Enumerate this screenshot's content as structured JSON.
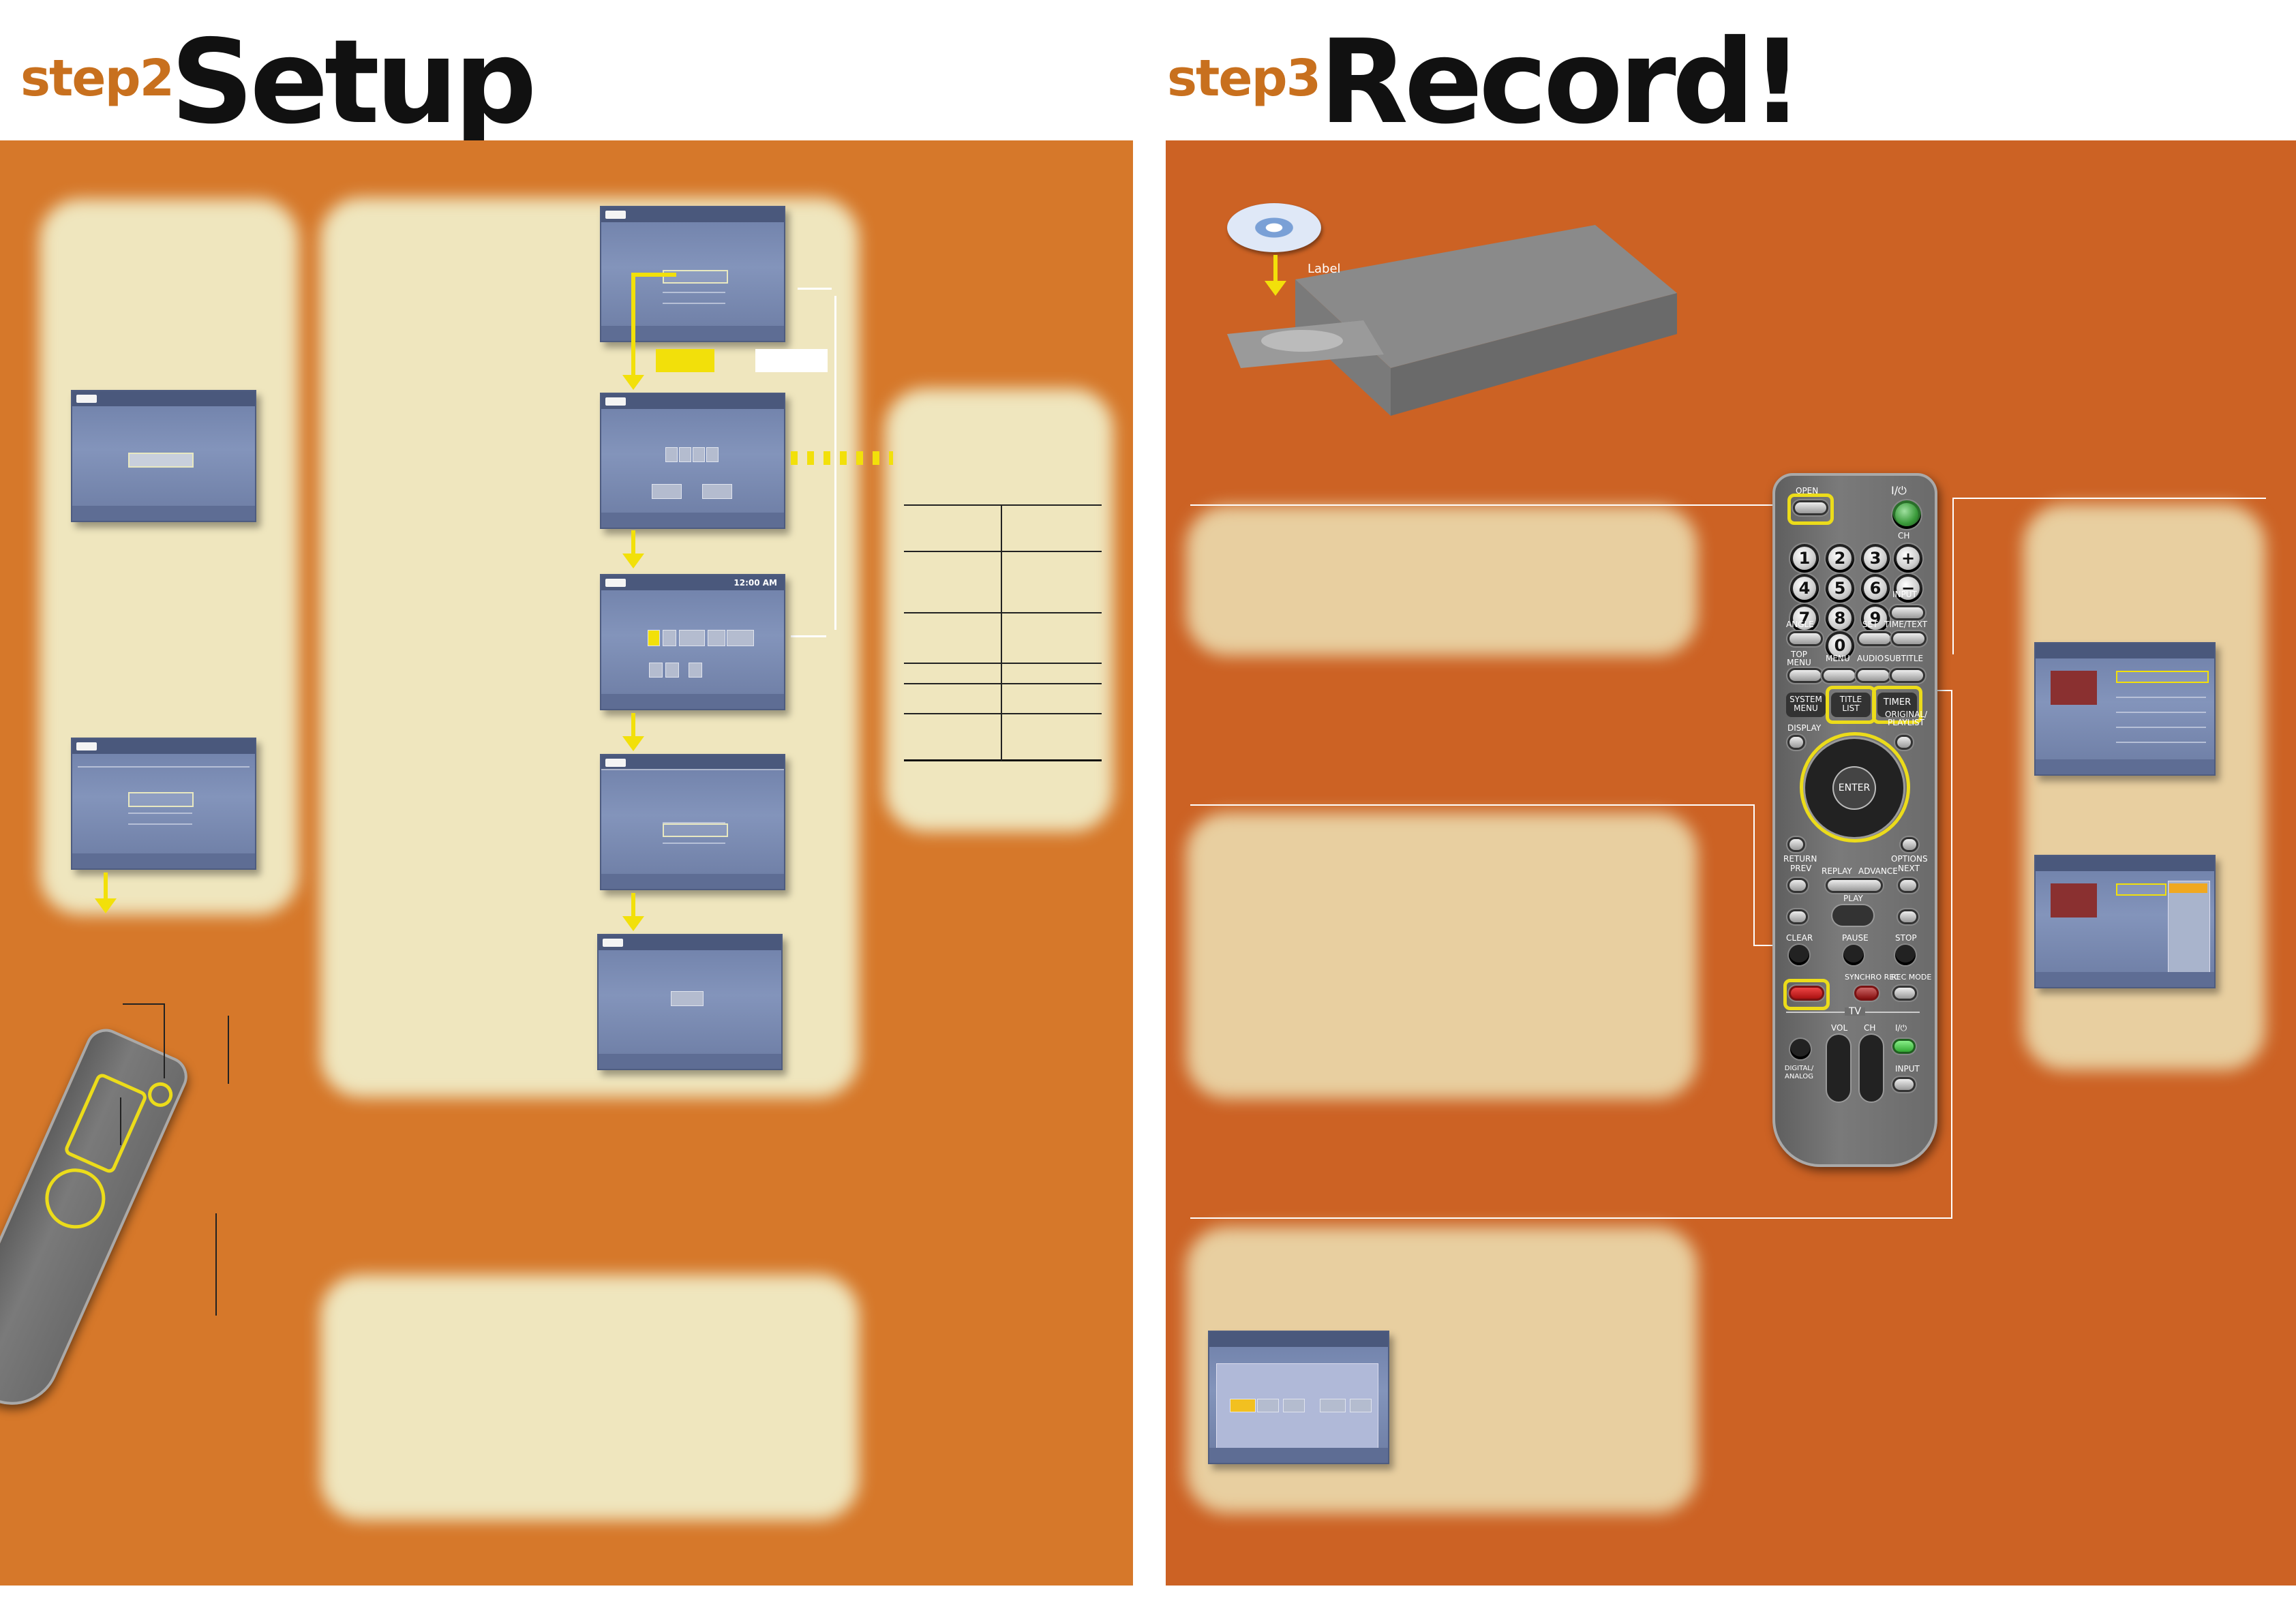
{
  "left": {
    "step_label": "step2",
    "title": "Setup"
  },
  "right": {
    "step_label": "step3",
    "title": "Record!"
  },
  "disc": {
    "label": "Label"
  },
  "remote": {
    "open": "OPEN",
    "power": "I/⏻",
    "ch": "CH",
    "input": "INPUT",
    "digits": [
      "1",
      "2",
      "3",
      "4",
      "5",
      "6",
      "7",
      "8",
      "9",
      "0"
    ],
    "plus": "+",
    "minus": "−",
    "angle": "ANGLE",
    "set": "SET",
    "timetext": "TIME/TEXT",
    "top_menu": "TOP MENU",
    "menu": "MENU",
    "audio": "AUDIO",
    "subtitle": "SUBTITLE",
    "system_menu": "SYSTEM MENU",
    "title_list": "TITLE LIST",
    "timer": "TIMER",
    "display": "DISPLAY",
    "original_playlist": "ORIGINAL/ PLAYLIST",
    "enter": "ENTER",
    "return": "RETURN",
    "options": "OPTIONS",
    "prev": "PREV",
    "replay": "REPLAY",
    "advance": "ADVANCE",
    "next": "NEXT",
    "play": "PLAY",
    "clear": "CLEAR",
    "pause": "PAUSE",
    "stop": "STOP",
    "synchro_rec": "SYNCHRO REC",
    "rec_mode": "REC MODE",
    "tv": "TV",
    "vol": "VOL",
    "digital_analog": "DIGITAL/ ANALOG",
    "tv_input": "INPUT"
  },
  "screens": {
    "time": "12:00 AM"
  },
  "colors": {
    "accent_yellow": "#f2e00a",
    "left_orange": "#d6782a",
    "right_orange": "#cc6224",
    "cream": "#efe6be"
  }
}
